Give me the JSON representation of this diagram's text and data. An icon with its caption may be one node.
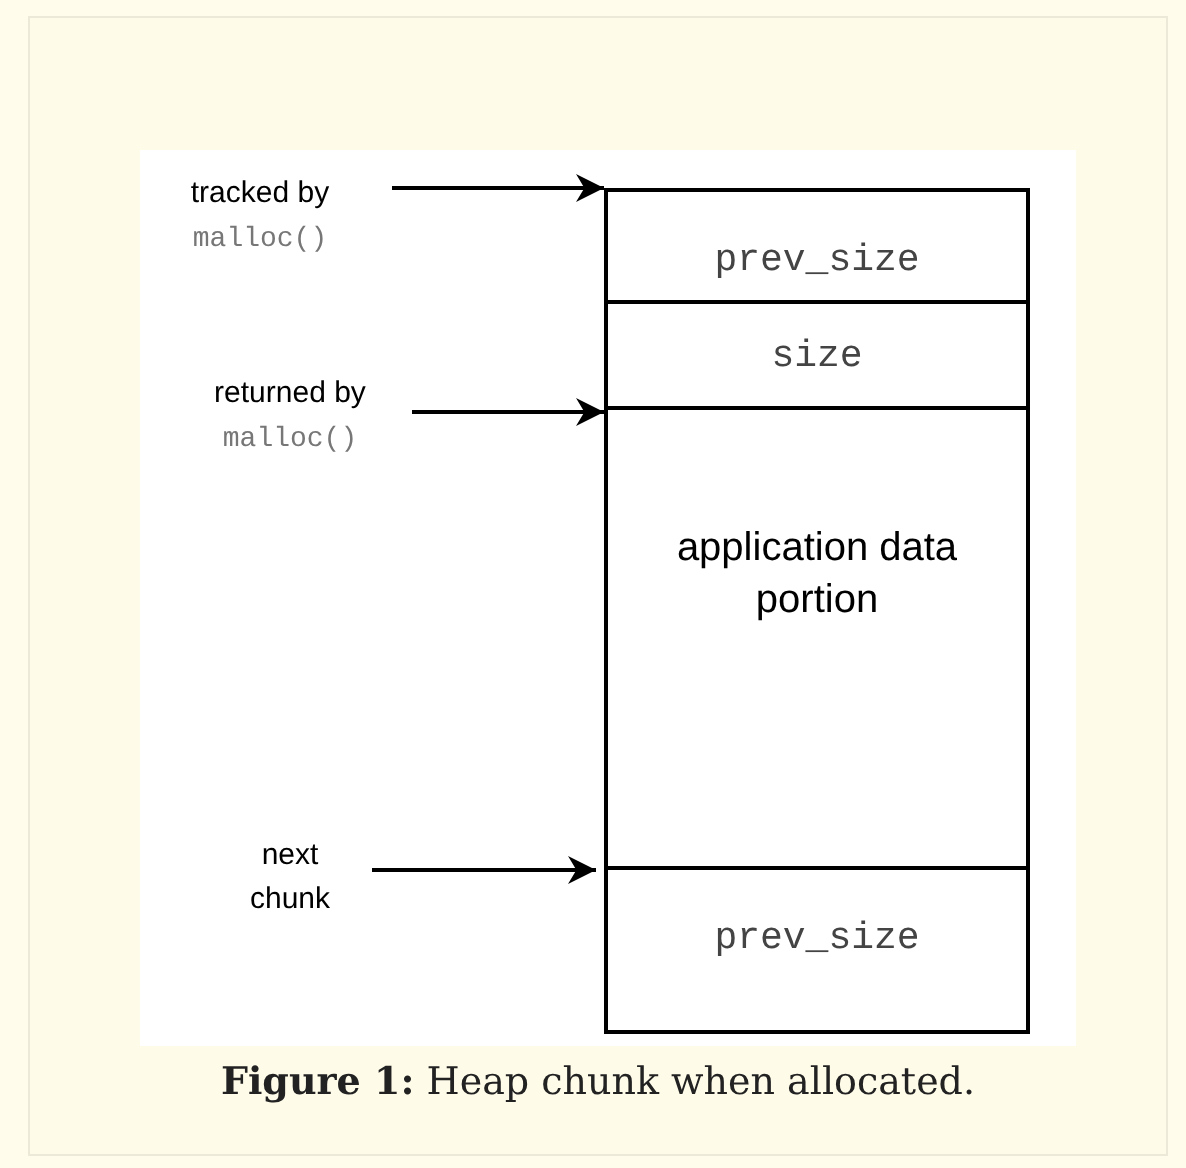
{
  "diagram": {
    "caption": "**Figure 1:** Heap chunk when allocated.",
    "nodes": [
      {
        "text": [
          "tracked by",
          "malloc()"
        ]
      },
      {
        "text": [
          "returned by",
          "malloc()"
        ]
      },
      {
        "text": [
          "next chunk"
        ]
      },
      {
        "text": [
          "prev_size"
        ]
      },
      {
        "text": [
          "size"
        ]
      },
      {
        "text": [
          "application data portion"
        ]
      },
      {
        "text": [
          "prev_size"
        ]
      }
    ],
    "edges": [
      {
        "from": 0,
        "to": 3,
        "arrow": "to"
      },
      {
        "from": 1,
        "to": 5,
        "arrow": "to"
      },
      {
        "from": 2,
        "to": 6,
        "arrow": "to"
      }
    ]
  }
}
